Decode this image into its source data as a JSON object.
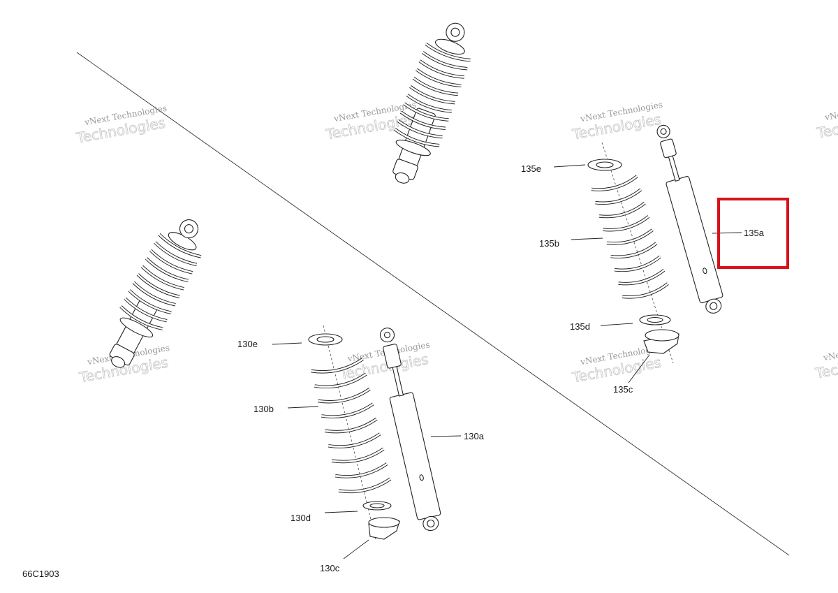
{
  "figure_code": "66C1903",
  "highlight_color": "#d8121b",
  "watermark": {
    "line1": "vNext Technologies",
    "line2": "Technologies"
  },
  "callouts": {
    "p130a": "130a",
    "p130b": "130b",
    "p130c": "130c",
    "p130d": "130d",
    "p130e": "130e",
    "p135a": "135a",
    "p135b": "135b",
    "p135c": "135c",
    "p135d": "135d",
    "p135e": "135e"
  }
}
